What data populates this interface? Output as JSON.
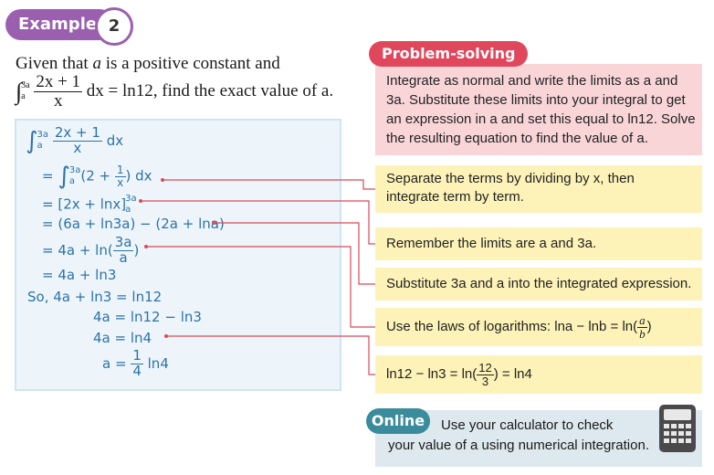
{
  "example": {
    "label": "Example",
    "number": "2"
  },
  "question": {
    "line1": "Given that a is a positive constant and",
    "integrand_num": "2x + 1",
    "integrand_den": "x",
    "lower": "a",
    "upper": "3a",
    "rest": "dx = ln12, find the exact value of a."
  },
  "working": {
    "l1_num": "2x + 1",
    "l1_den": "x",
    "l1_dx": "dx",
    "l2": "= ∫",
    "l2_in": "(2 + 1/x) dx",
    "l3": "= [2x + lnx]",
    "l4": "= (6a + ln3a) − (2a + lna)",
    "l5_pre": "= 4a + ln",
    "l5_num": "3a",
    "l5_den": "a",
    "l6": "= 4a + ln3",
    "l7": "So, 4a + ln3 = ln12",
    "l8": "4a = ln12 − ln3",
    "l9": "4a = ln4",
    "l10_pre": "a =",
    "l10_num": "1",
    "l10_den": "4",
    "l10_post": "ln4"
  },
  "problem_solving": {
    "title": "Problem-solving",
    "lines": [
      "Integrate as normal and write the limits as a and",
      "3a. Substitute these limits into your integral to get",
      "an expression in a and set this equal to ln12. Solve",
      "the resulting equation to find the value of a."
    ]
  },
  "notes": {
    "n1a": "Separate the terms by dividing by x, then",
    "n1b": "integrate term by term.",
    "n2": "Remember the limits are a and 3a.",
    "n3": "Substitute 3a and a into the integrated expression.",
    "n4": "Use the laws of logarithms: lna − lnb = ln",
    "n5": "ln12 − ln3 = ln",
    "n5_post": "= ln4"
  },
  "online": {
    "tag": "Online",
    "line1": "Use your calculator to check",
    "line2": "your value of a using numerical integration."
  },
  "colors": {
    "purple": "#9b5fb0",
    "pink_tab": "#e0475d",
    "connector": "#d94a5a",
    "hand_blue": "#2c73a8"
  }
}
